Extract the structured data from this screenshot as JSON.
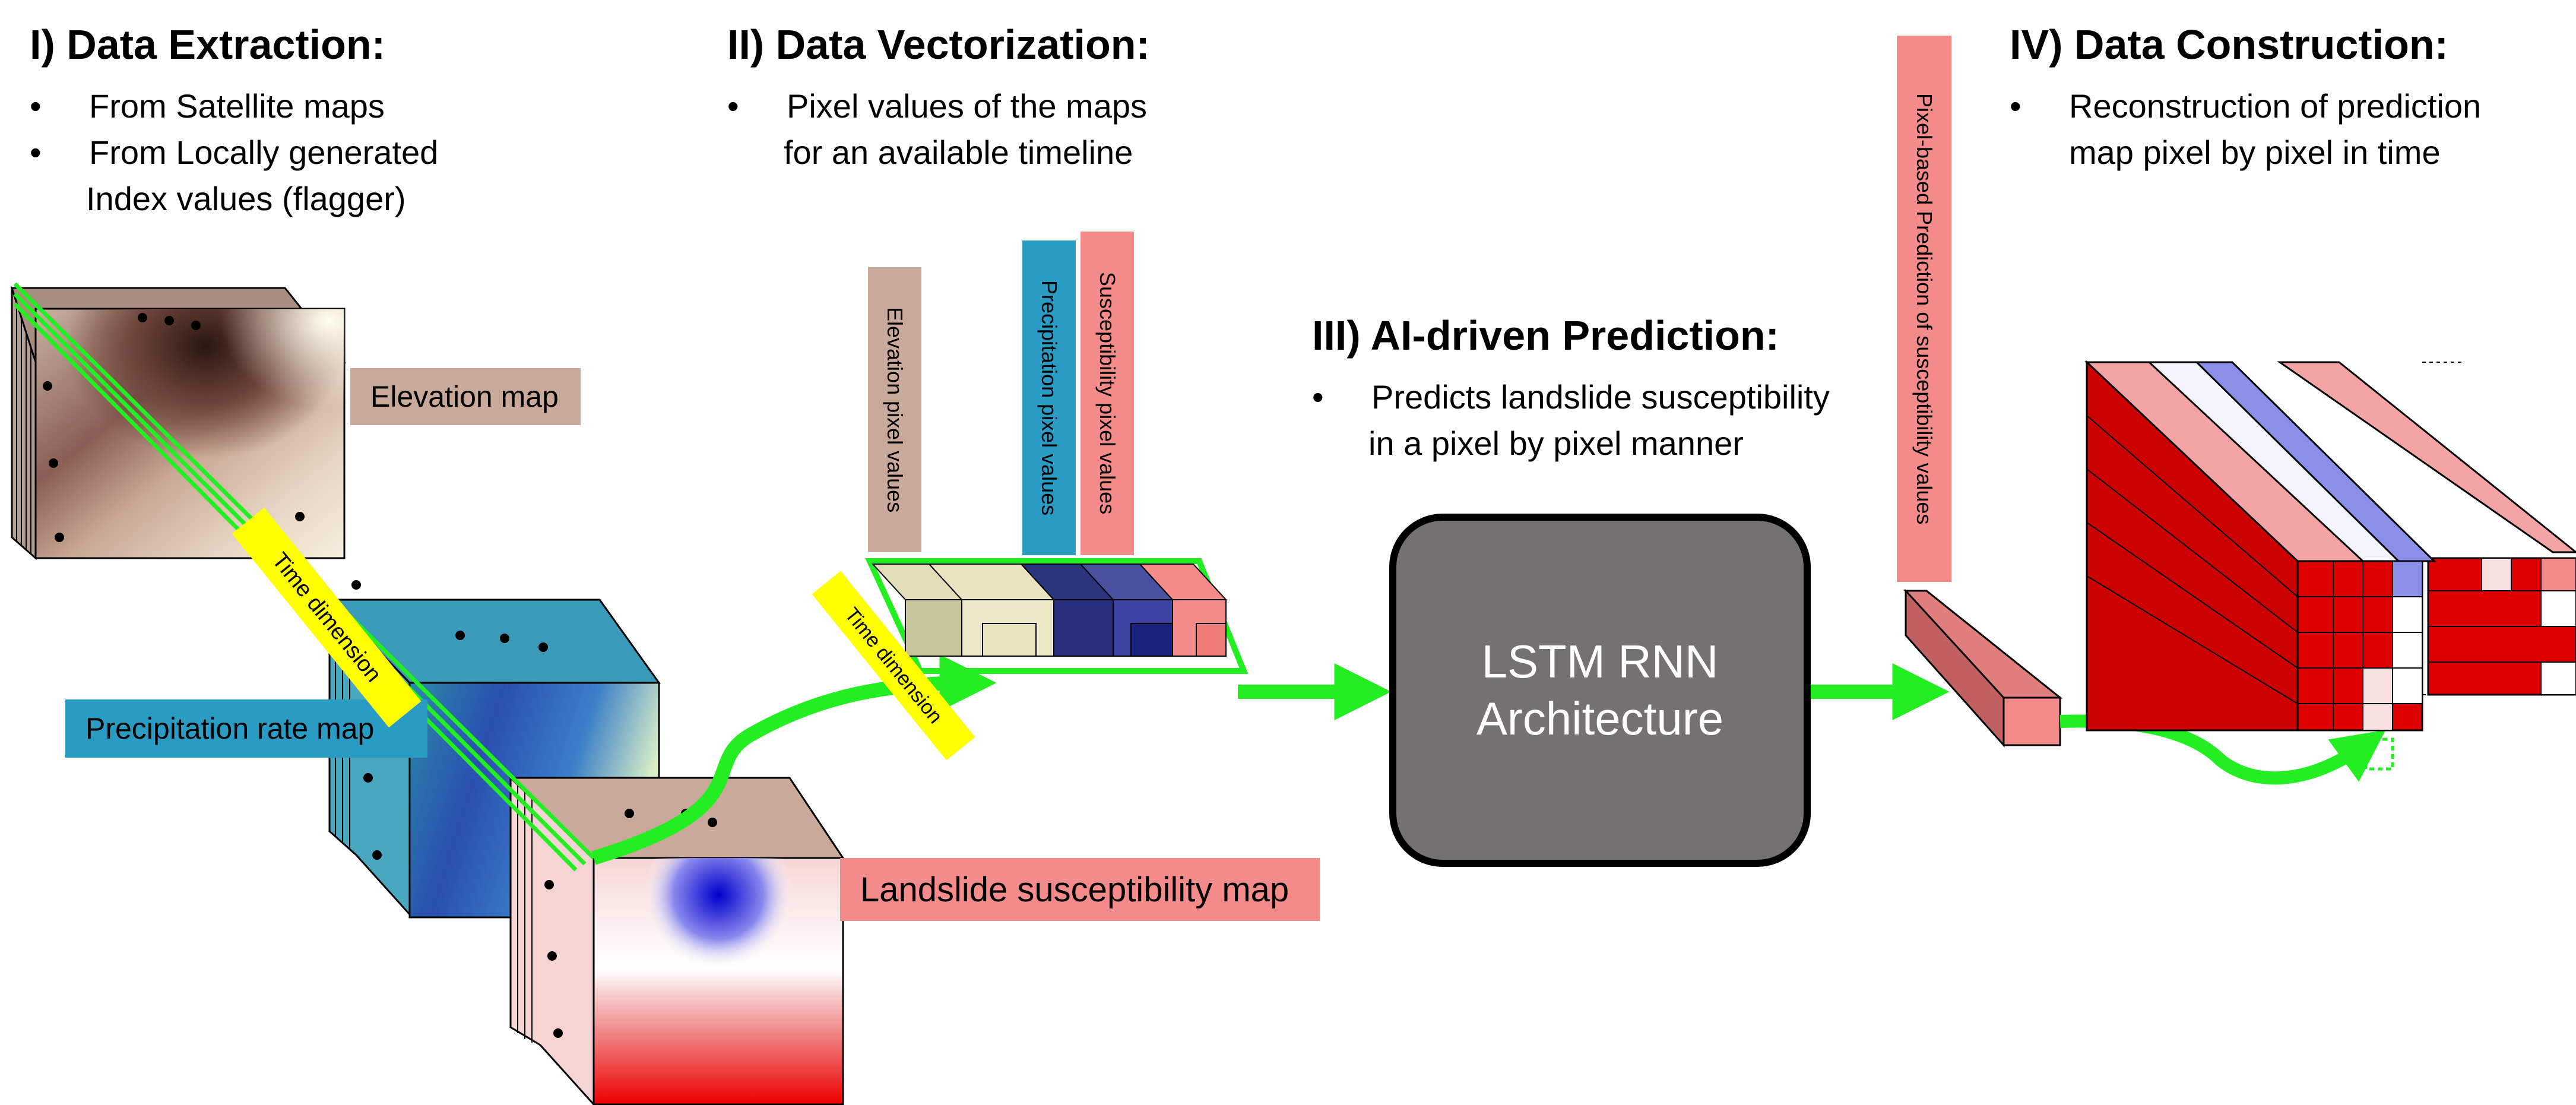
{
  "sections": {
    "extraction": {
      "title": "I) Data Extraction:",
      "bullets": [
        "From Satellite maps",
        "From Locally generated",
        "Index values (flagger)"
      ]
    },
    "vectorization": {
      "title": "II) Data Vectorization:",
      "bullets": [
        "Pixel values of the maps",
        "for an available timeline"
      ]
    },
    "prediction": {
      "title": "III) AI-driven Prediction:",
      "bullets": [
        "Predicts landslide susceptibility",
        "in a pixel by pixel manner"
      ]
    },
    "construction": {
      "title": "IV) Data Construction:",
      "bullets": [
        "Reconstruction of prediction",
        "map pixel by pixel in time"
      ]
    }
  },
  "bullet_symbol": "•",
  "maps": {
    "elevation": "Elevation map",
    "precipitation": "Precipitation rate map",
    "susceptibility": "Landslide susceptibility map"
  },
  "time_dimension": "Time dimension",
  "vector_labels": {
    "elevation": "Elevation pixel values",
    "precipitation": "Precipitation pixel values",
    "susceptibility": "Susceptibility pixel values"
  },
  "model": {
    "line1": "LSTM RNN",
    "line2": "Architecture"
  },
  "prediction_label": "Pixel-based Prediction of susceptibility values",
  "colors": {
    "elevation_tag": "#c9a99a",
    "precipitation_tag": "#2a9cc4",
    "susceptibility_tag": "#f48b8b",
    "time_tag": "#ffff00",
    "arrow": "#22ee22",
    "model_box": "#757171",
    "prediction_red": "#dd0000",
    "prediction_blue": "#8a90e8"
  },
  "icons": [
    "map-cube-icon",
    "vector-column-icon",
    "arrow-icon",
    "output-cube-icon"
  ]
}
